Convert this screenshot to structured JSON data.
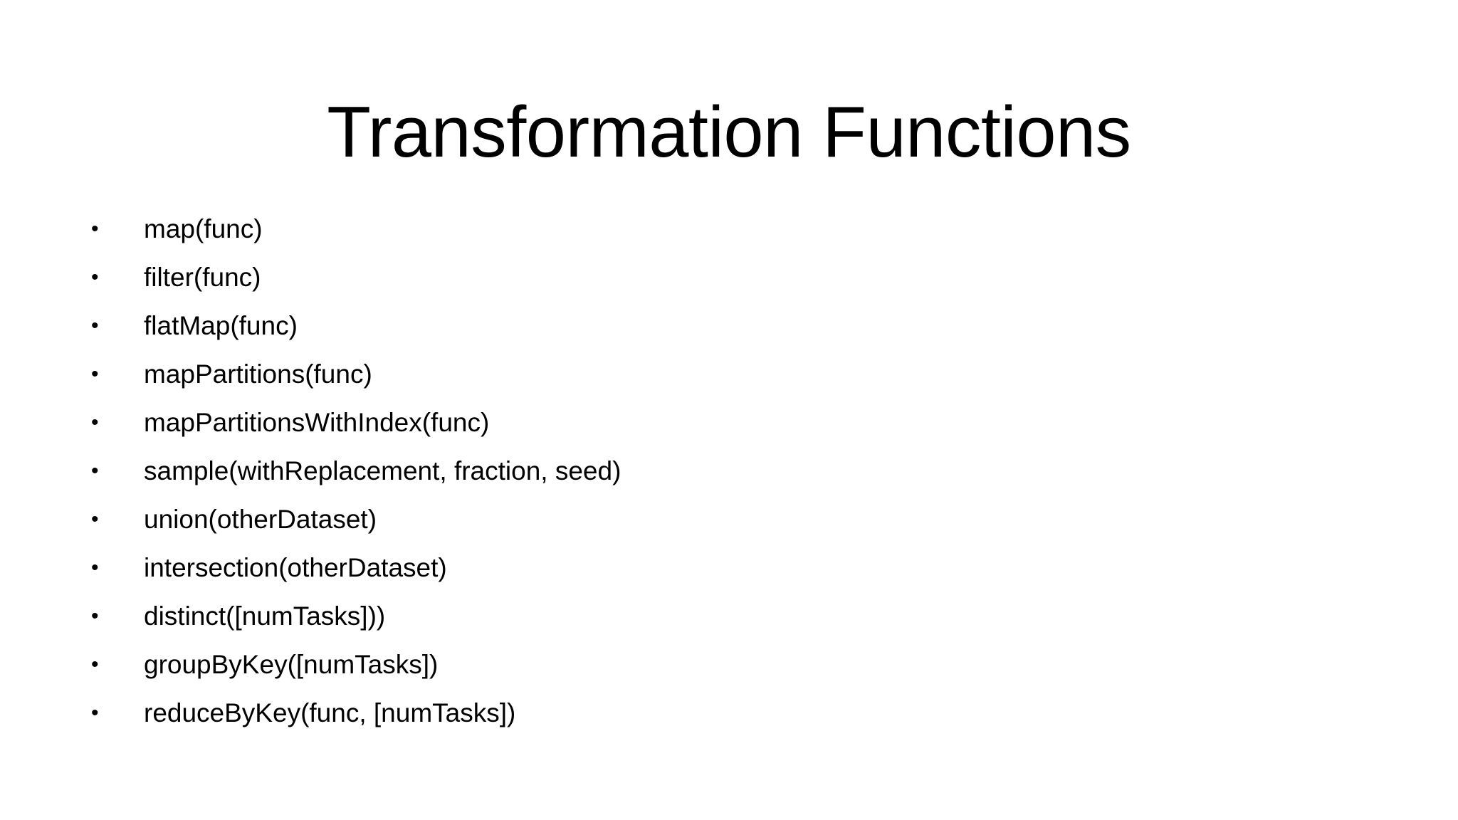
{
  "slide": {
    "background_color": "#ffffff",
    "text_color": "#000000",
    "title": "Transformation Functions",
    "bullet_glyph": "•",
    "items": [
      {
        "label": "map(func)"
      },
      {
        "label": "filter(func)"
      },
      {
        "label": "flatMap(func)"
      },
      {
        "label": "mapPartitions(func)"
      },
      {
        "label": "mapPartitionsWithIndex(func)"
      },
      {
        "label": "sample(withReplacement, fraction, seed)"
      },
      {
        "label": "union(otherDataset)"
      },
      {
        "label": "intersection(otherDataset)"
      },
      {
        "label": "distinct([numTasks]))"
      },
      {
        "label": "groupByKey([numTasks])"
      },
      {
        "label": "reduceByKey(func, [numTasks])"
      }
    ]
  }
}
